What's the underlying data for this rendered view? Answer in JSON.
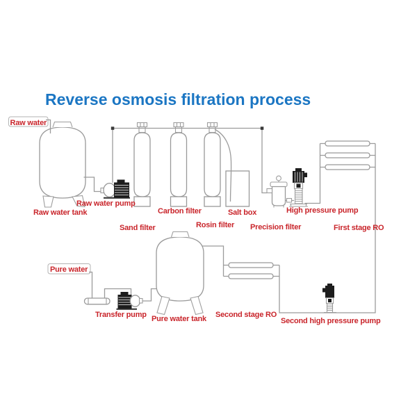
{
  "title": "Reverse osmosis filtration process",
  "colors": {
    "title": "#1b76c3",
    "label": "#c9252b",
    "line": "#9b9b9b",
    "equipment_dark": "#1d1d1d",
    "background": "#ffffff"
  },
  "labels": {
    "raw_water": "Raw water",
    "raw_water_tank": "Raw water tank",
    "raw_water_pump": "Raw water pump",
    "sand_filter": "Sand filter",
    "carbon_filter": "Carbon filter",
    "rosin_filter": "Rosin filter",
    "salt_box": "Salt box",
    "precision_filter": "Precision filter",
    "high_pressure_pump": "High pressure pump",
    "first_stage_ro": "First stage RO",
    "pure_water": "Pure water",
    "transfer_pump": "Transfer pump",
    "pure_water_tank": "Pure water tank",
    "second_stage_ro": "Second stage RO",
    "second_high_pressure_pump": "Second high pressure pump"
  },
  "components": [
    "raw-water-tank",
    "raw-water-pump",
    "sand-filter",
    "carbon-filter",
    "rosin-filter",
    "salt-box",
    "precision-filter",
    "high-pressure-pump",
    "first-stage-ro-membranes",
    "second-stage-ro-membranes",
    "pure-water-tank",
    "transfer-pump",
    "second-high-pressure-pump"
  ],
  "first_stage_ro_membrane_count": 3,
  "second_stage_ro_membrane_count": 2
}
